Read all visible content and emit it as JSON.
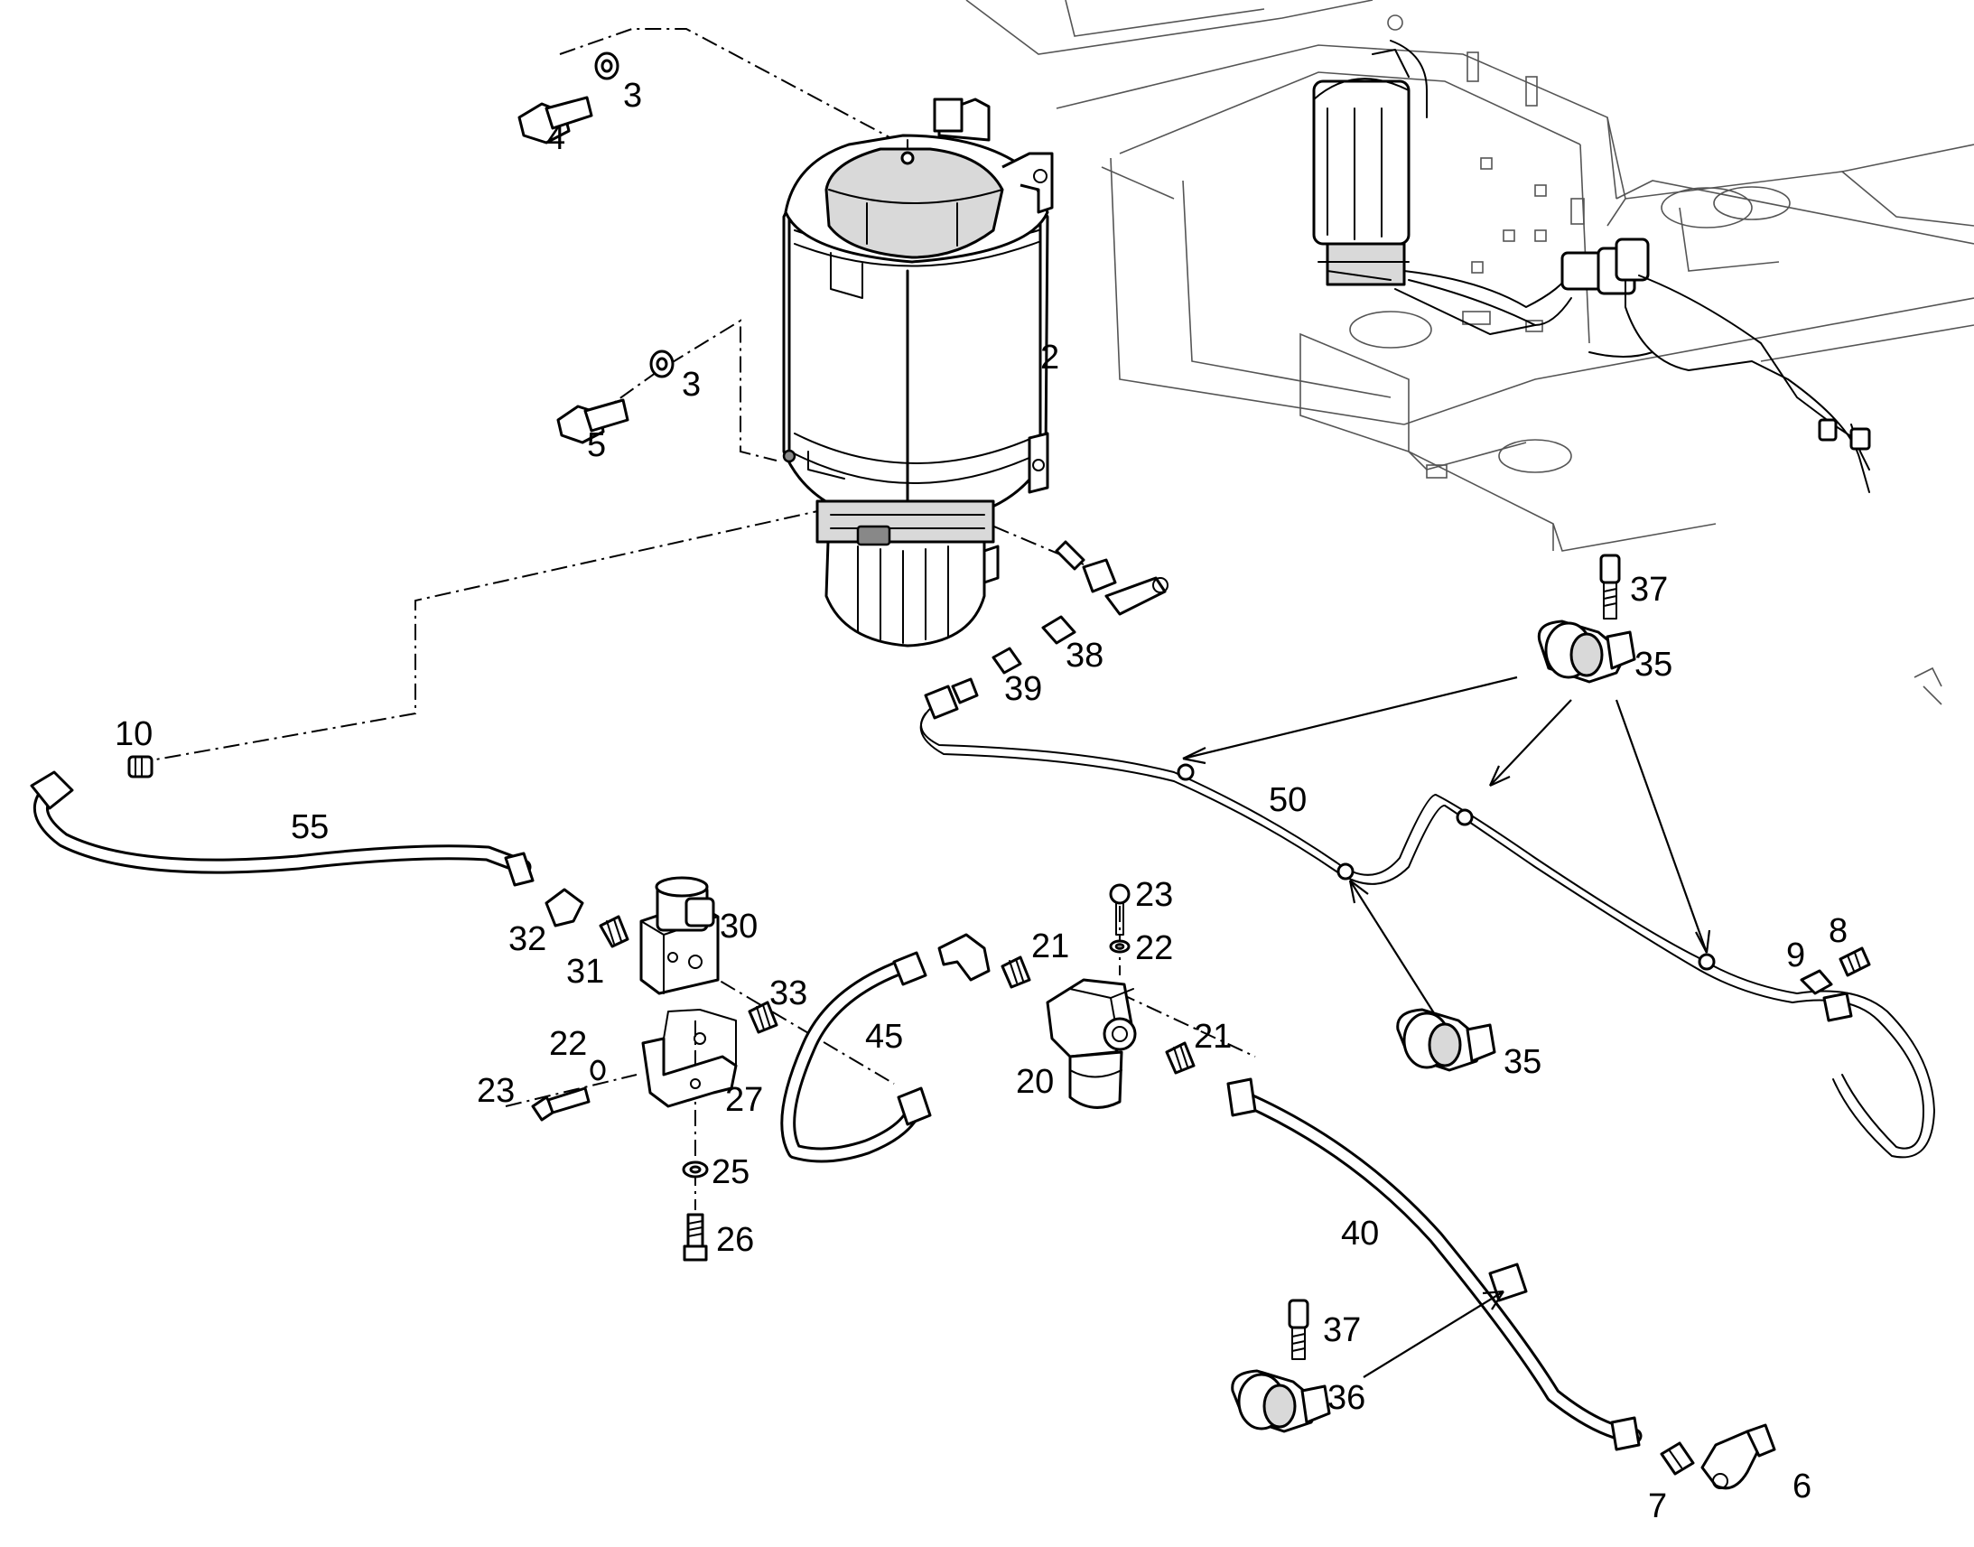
{
  "labels": [
    {
      "id": "2",
      "text": "2"
    },
    {
      "id": "3a",
      "text": "3"
    },
    {
      "id": "3b",
      "text": "3"
    },
    {
      "id": "4",
      "text": "4"
    },
    {
      "id": "5",
      "text": "5"
    },
    {
      "id": "6",
      "text": "6"
    },
    {
      "id": "7",
      "text": "7"
    },
    {
      "id": "8",
      "text": "8"
    },
    {
      "id": "9",
      "text": "9"
    },
    {
      "id": "10",
      "text": "10"
    },
    {
      "id": "20",
      "text": "20"
    },
    {
      "id": "21a",
      "text": "21"
    },
    {
      "id": "21b",
      "text": "21"
    },
    {
      "id": "22a",
      "text": "22"
    },
    {
      "id": "22b",
      "text": "22"
    },
    {
      "id": "23a",
      "text": "23"
    },
    {
      "id": "23b",
      "text": "23"
    },
    {
      "id": "25",
      "text": "25"
    },
    {
      "id": "26",
      "text": "26"
    },
    {
      "id": "27",
      "text": "27"
    },
    {
      "id": "30",
      "text": "30"
    },
    {
      "id": "31",
      "text": "31"
    },
    {
      "id": "32",
      "text": "32"
    },
    {
      "id": "33",
      "text": "33"
    },
    {
      "id": "35a",
      "text": "35"
    },
    {
      "id": "35b",
      "text": "35"
    },
    {
      "id": "36",
      "text": "36"
    },
    {
      "id": "37a",
      "text": "37"
    },
    {
      "id": "37b",
      "text": "37"
    },
    {
      "id": "38",
      "text": "38"
    },
    {
      "id": "39",
      "text": "39"
    },
    {
      "id": "40",
      "text": "40"
    },
    {
      "id": "45",
      "text": "45"
    },
    {
      "id": "50",
      "text": "50"
    },
    {
      "id": "55",
      "text": "55"
    }
  ]
}
